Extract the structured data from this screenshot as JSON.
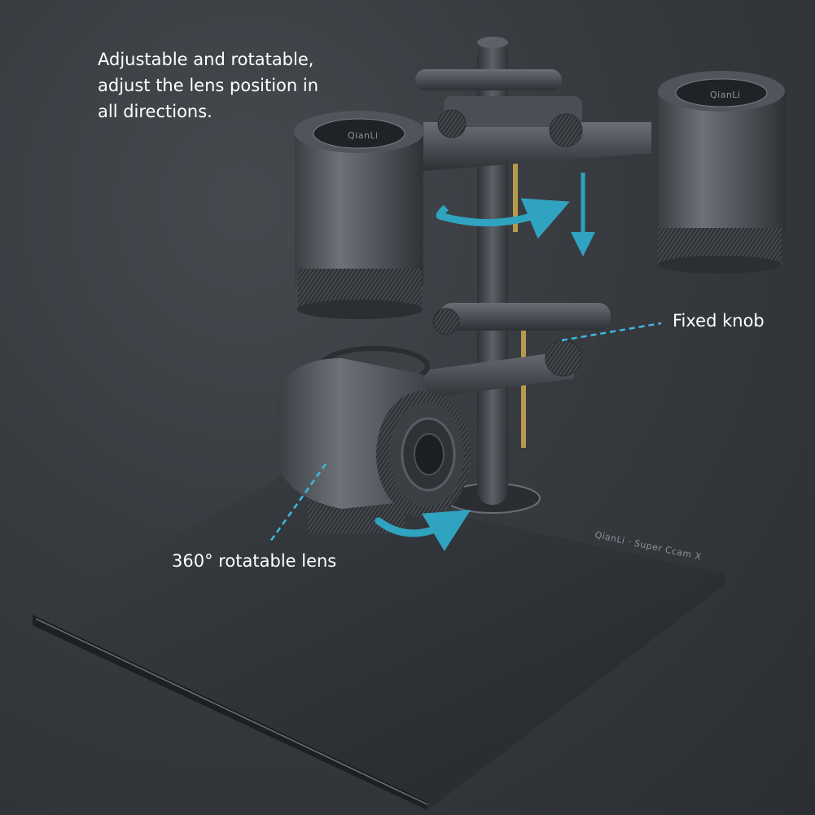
{
  "headline_text": "Adjustable and rotatable, adjust the lens position in all directions.",
  "callouts": {
    "fixed_knob": "Fixed knob",
    "rotatable_lens": "360° rotatable lens"
  },
  "base_branding": "QianLi · Super Ccam X",
  "lens_cap_logo": "QianLi",
  "accent_color": "#2fa3c0",
  "callout_line_color": "#3fb7e0"
}
